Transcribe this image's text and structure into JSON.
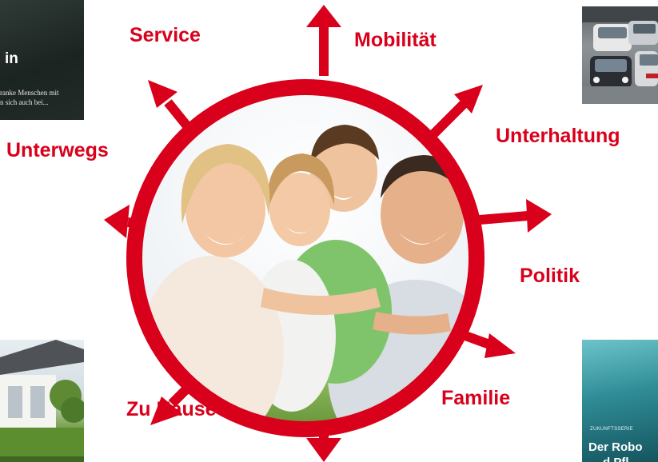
{
  "accent_color": "#d9001b",
  "labels": {
    "service": "Service",
    "mobility": "Mobilität",
    "entertainment": "Unterhaltung",
    "on_the_way": "Unterwegs",
    "politics": "Politik",
    "at_home": "Zu Hause",
    "family": "Familie"
  },
  "thumbnails": {
    "top_left": {
      "heading_fragment": "in",
      "text_line_1": "ranke Menschen mit",
      "text_line_2": "n sich auch bei..."
    },
    "bottom_right": {
      "tag": "ZUKUNFTSSERIE",
      "title_fragment": "Der Robo",
      "title_fragment_2": "d Pfl"
    }
  },
  "center_photo": {
    "subject": "happy-family-photo"
  }
}
